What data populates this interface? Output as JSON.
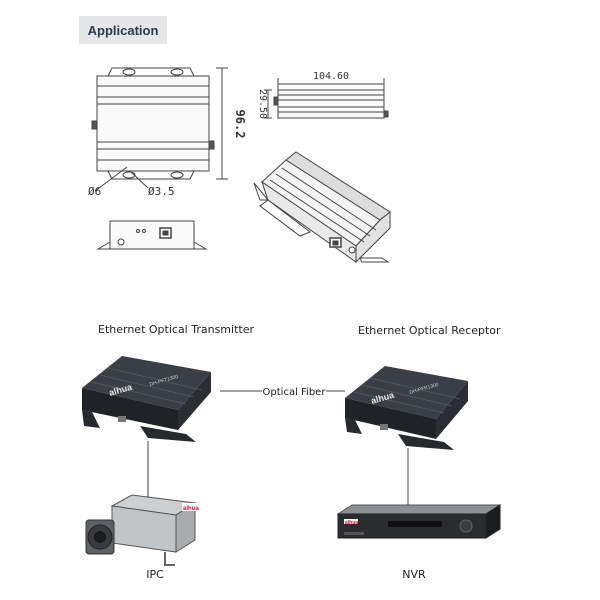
{
  "section_tag": "Application",
  "dimensions": {
    "height": "96.2",
    "length": "104.60",
    "thickness": "29.50",
    "hole_large": "Ø6",
    "hole_small": "Ø3.5"
  },
  "topology": {
    "transmitter_label": "Ethernet Optical Transmitter",
    "receiver_label": "Ethernet Optical Receptor",
    "link_label": "Optical Fiber",
    "camera_label": "IPC",
    "recorder_label": "NVR"
  },
  "colors": {
    "device_body": "#2a2d33",
    "line": "#444444",
    "tag_bg": "#e4e6e8",
    "brand_red": "#c8102e"
  }
}
